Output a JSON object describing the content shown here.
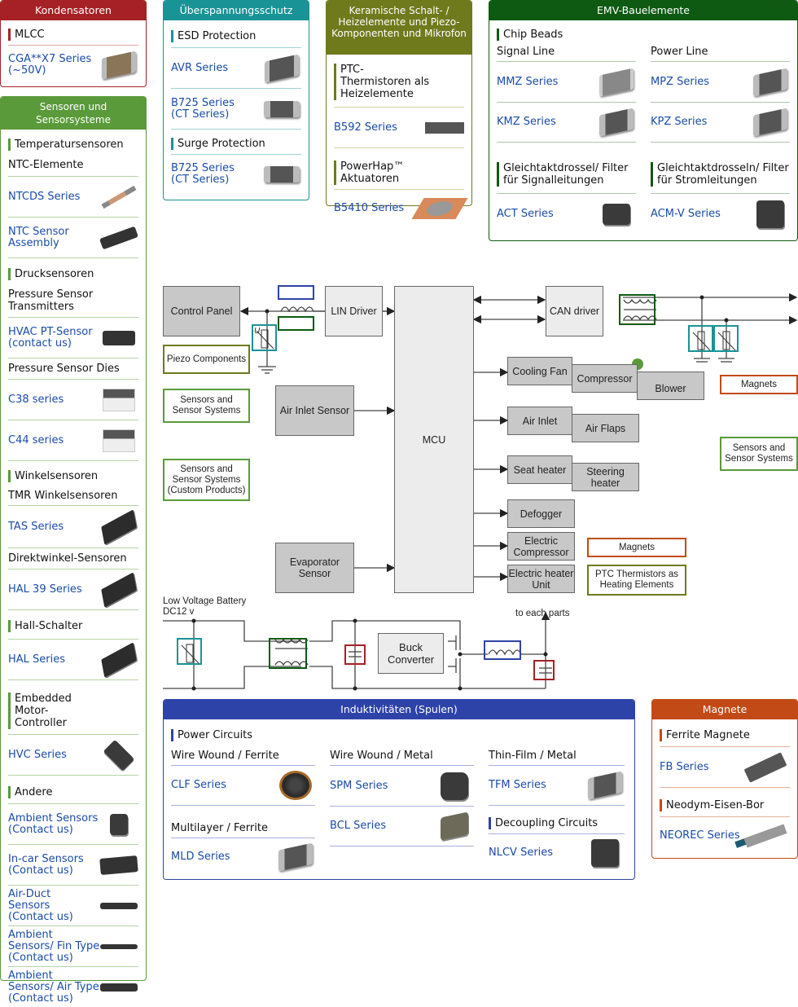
{
  "capacitors": {
    "title": "Kondensatoren",
    "color": "#a52125",
    "section": "MLCC",
    "items": [
      {
        "label": "CGA**X7 Series (~50V)",
        "icon": "mlcc-chip"
      }
    ]
  },
  "sensors": {
    "title": "Sensoren und Sensorsysteme",
    "color": "#5a9a3a",
    "temperature": {
      "section": "Temperatursensoren",
      "sub": "NTC-Elemente",
      "items": [
        {
          "label": "NTCDS Series",
          "icon": "ntc-element"
        },
        {
          "label": "NTC Sensor Assembly",
          "icon": "ntc-sensor-assembly"
        }
      ]
    },
    "pressure": {
      "section": "Drucksensoren",
      "sub1": "Pressure Sensor Transmitters",
      "items1": [
        {
          "label": "HVAC PT-Sensor (contact us)",
          "icon": "pressure-transmitter"
        }
      ],
      "sub2": "Pressure Sensor Dies",
      "items2": [
        {
          "label": "C38 series",
          "icon": "pressure-die"
        },
        {
          "label": "C44 series",
          "icon": "pressure-die"
        }
      ]
    },
    "angle": {
      "section": "Winkelsensoren",
      "sub1": "TMR Winkelsensoren",
      "items1": [
        {
          "label": "TAS Series",
          "icon": "ic-package"
        }
      ],
      "sub2": "Direktwinkel-Sensoren",
      "items2": [
        {
          "label": "HAL 39 Series",
          "icon": "ic-package"
        }
      ]
    },
    "hall": {
      "section": "Hall-Schalter",
      "items": [
        {
          "label": "HAL Series",
          "icon": "ic-package"
        }
      ]
    },
    "motor": {
      "section": "Embedded Motor-Controller",
      "items": [
        {
          "label": "HVC Series",
          "icon": "ic-package"
        }
      ]
    },
    "other": {
      "section": "Andere",
      "items": [
        {
          "label": "Ambient Sensors (Contact us)",
          "icon": "ambient-sensor"
        },
        {
          "label": "In-car Sensors (Contact us)",
          "icon": "in-car-sensor"
        },
        {
          "label": "Air-Duct Sensors (Contact us)",
          "icon": "air-duct-sensor"
        },
        {
          "label": "Ambient Sensors/ Fin Type (Contact us)",
          "icon": "fin-sensor"
        },
        {
          "label": "Ambient Sensors/ Air Type (Contact us)",
          "icon": "air-sensor"
        }
      ]
    }
  },
  "surge": {
    "title": "Überspannungsschutz",
    "color": "#1a9396",
    "esd": {
      "section": "ESD Protection",
      "items": [
        {
          "label": "AVR Series"
        },
        {
          "label": "B725 Series (CT Series)"
        }
      ]
    },
    "surge": {
      "section": "Surge Protection",
      "items": [
        {
          "label": "B725 Series (CT Series)"
        }
      ]
    }
  },
  "ceramic": {
    "title": "Keramische Schalt- / Heizelemente und Piezo-Komponenten und Mikrofon",
    "color": "#6f7a1c",
    "ptc": {
      "section": "PTC-Thermistoren als Heizelemente",
      "items": [
        {
          "label": "B592 Series"
        }
      ]
    },
    "powerhap": {
      "section": "PowerHap™ Aktuatoren",
      "items": [
        {
          "label": "B5410 Series"
        }
      ]
    }
  },
  "emc": {
    "title": "EMV-Bauelemente",
    "color": "#0e5a12",
    "section": "Chip Beads",
    "signal": {
      "sub": "Signal Line",
      "items": [
        {
          "label": "MMZ Series"
        },
        {
          "label": "KMZ Series"
        }
      ]
    },
    "power": {
      "sub": "Power Line",
      "items": [
        {
          "label": "MPZ Series"
        },
        {
          "label": "KPZ Series"
        }
      ]
    },
    "cm_signal": {
      "section": "Gleichtaktdrossel/ Filter für Signalleitungen",
      "items": [
        {
          "label": "ACT Series"
        }
      ]
    },
    "cm_power": {
      "section": "Gleichtaktdrosseln/ Filter für Stromleitungen",
      "items": [
        {
          "label": "ACM-V Series"
        }
      ]
    }
  },
  "inductors": {
    "title": "Induktivitäten (Spulen)",
    "color": "#2e43a8",
    "section": "Power Circuits",
    "col1": {
      "sub1": "Wire Wound / Ferrite",
      "item1": "CLF Series",
      "sub2": "Multilayer / Ferrite",
      "item2": "MLD Series"
    },
    "col2": {
      "sub1": "Wire Wound / Metal",
      "item1": "SPM Series",
      "item2": "BCL Series"
    },
    "col3": {
      "sub1": "Thin-Film / Metal",
      "item1": "TFM Series",
      "section2": "Decoupling Circuits",
      "item2": "NLCV Series"
    }
  },
  "magnets": {
    "title": "Magnete",
    "color": "#c24a16",
    "ferrite": {
      "section": "Ferrite Magnete",
      "items": [
        {
          "label": "FB Series"
        }
      ]
    },
    "neo": {
      "section": "Neodym-Eisen-Bor",
      "items": [
        {
          "label": "NEOREC Series"
        }
      ]
    }
  },
  "diagram": {
    "blocks": {
      "control_panel": "Control Panel",
      "lin_driver": "LIN Driver",
      "mcu": "MCU",
      "can_driver": "CAN driver",
      "air_inlet_sensor": "Air Inlet Sensor",
      "evaporator_sensor": "Evaporator Sensor",
      "cooling_fan": "Cooling Fan",
      "compressor": "Compressor",
      "blower": "Blower",
      "air_inlet": "Air Inlet",
      "air_flaps": "Air Flaps",
      "seat_heater": "Seat heater",
      "steering_heater": "Steering heater",
      "defogger": "Defogger",
      "electric_compressor": "Electric Compressor",
      "electric_heater": "Electric heater Unit",
      "buck_converter": "Buck Converter"
    },
    "tags": {
      "piezo": "Piezo Components",
      "sensors1": "Sensors and Sensor Systems",
      "sensors_custom": "Sensors and Sensor Systems (Custom Products)",
      "magnets1": "Magnets",
      "sensors2": "Sensors and Sensor Systems",
      "magnets2": "Magnets",
      "ptc": "PTC Thermistors as Heating Elements"
    },
    "labels": {
      "battery": "Low Voltage Battery",
      "battery_v": "DC12 v",
      "to_each": "to each parts",
      "varistor_symbol": "U"
    }
  }
}
